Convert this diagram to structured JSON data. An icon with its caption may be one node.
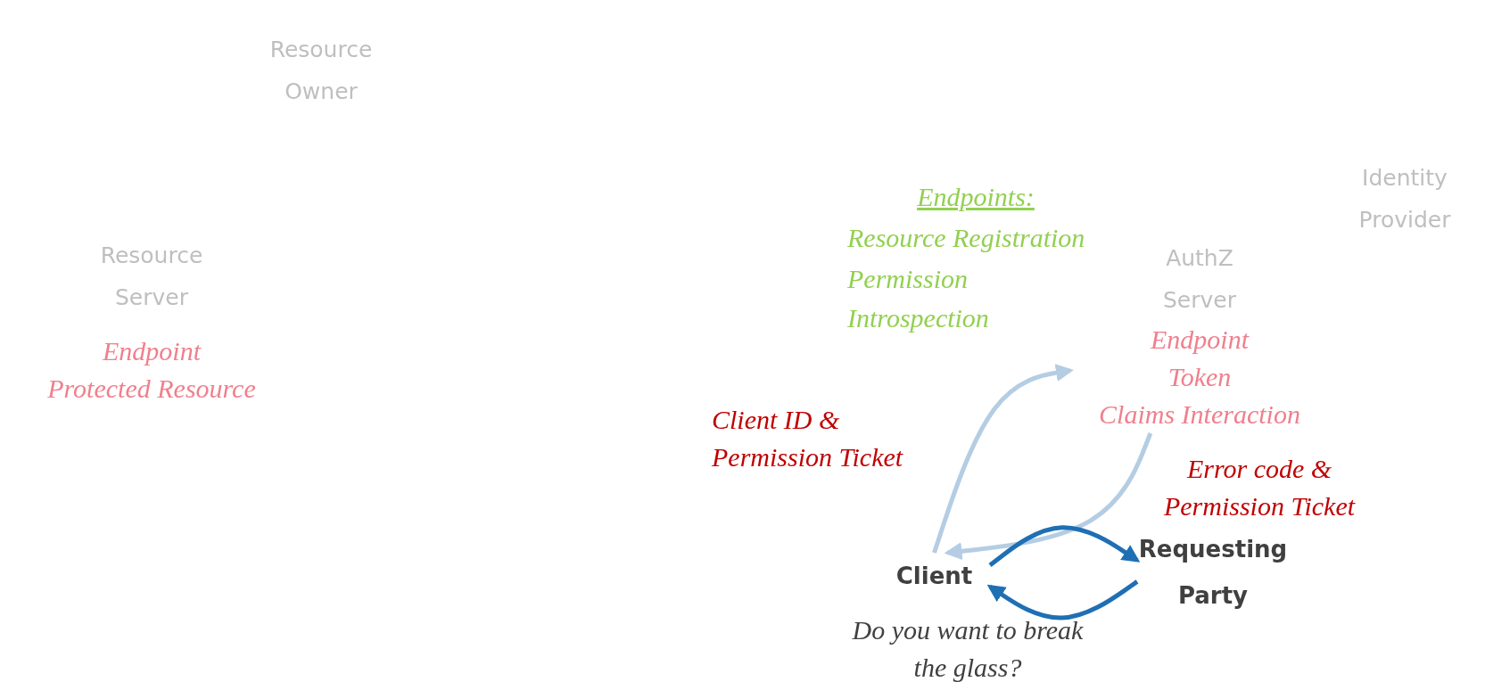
{
  "diagram": {
    "nodes": [
      {
        "text": [
          "Resource Owner"
        ]
      },
      {
        "text": [
          "Resource Server"
        ],
        "beside": [
          "Endpoint",
          "Protected Resource"
        ]
      },
      {
        "text": [
          "Identity Provider"
        ]
      },
      {
        "text": [
          "AuthZ Server"
        ],
        "beside": [
          "Endpoint",
          "Token",
          "Claims Interaction"
        ]
      },
      {
        "text": [
          "Client"
        ],
        "beside": [
          "Do you want to break the glass?"
        ]
      },
      {
        "text": [
          "Requesting Party"
        ]
      }
    ],
    "edges": [
      {
        "from": 4,
        "to": 3,
        "arrow": "to",
        "label": "Client ID & Permission Ticket",
        "color": "#b4cde3"
      },
      {
        "from": 3,
        "to": 4,
        "arrow": "to",
        "label": "Error code & Permission Ticket",
        "color": "#b4cde3"
      },
      {
        "from": 4,
        "to": 5,
        "arrow": "to",
        "color": "#1f6fb4"
      },
      {
        "from": 5,
        "to": 4,
        "arrow": "to",
        "color": "#1f6fb4"
      }
    ],
    "labels": [
      "Endpoints:",
      "Resource Registration",
      "Permission",
      "Introspection"
    ]
  }
}
